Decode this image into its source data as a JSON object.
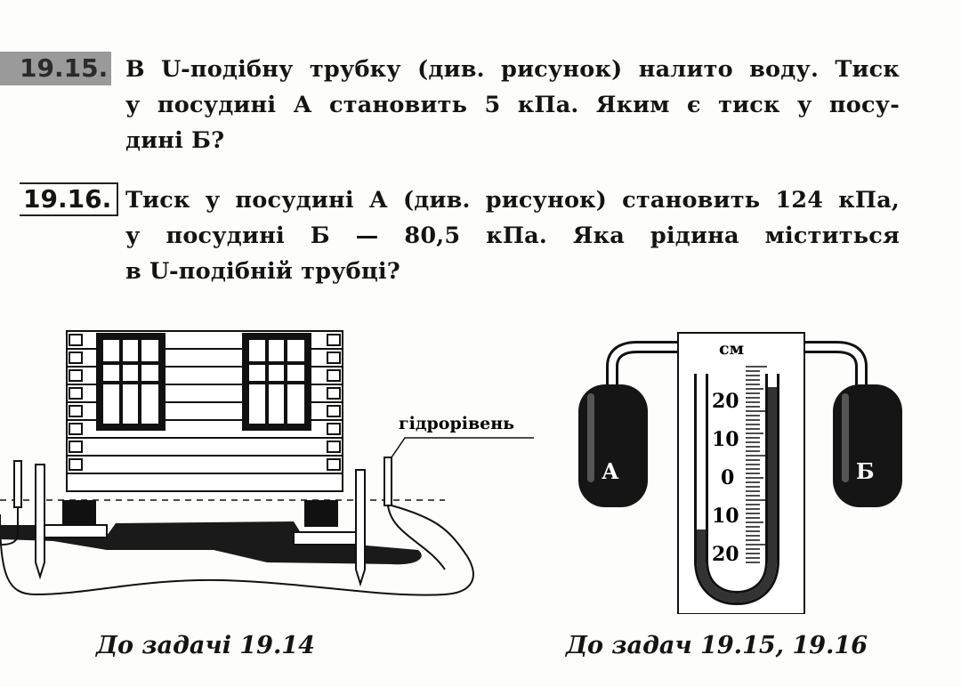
{
  "problems": [
    {
      "number": "19.15.",
      "lines": [
        "В U-подібну трубку (див. рисунок) налито воду. Тиск",
        "у посудині А становить 5 кПа. Яким є тиск у посу-",
        "дині Б?"
      ]
    },
    {
      "number": "19.16.",
      "lines": [
        "Тиск у посудині А (див. рисунок) становить 124 кПа,",
        "у посудині Б — 80,5 кПа. Яка рідина міститься",
        "в U-подібній трубці?"
      ]
    }
  ],
  "figure_left": {
    "label": "гідрорівень",
    "caption": "До задачі 19.14"
  },
  "figure_right": {
    "unit": "см",
    "scale_labels": [
      "20",
      "10",
      "0",
      "10",
      "20"
    ],
    "vessel_a": "А",
    "vessel_b": "Б",
    "caption": "До задач 19.15, 19.16"
  }
}
